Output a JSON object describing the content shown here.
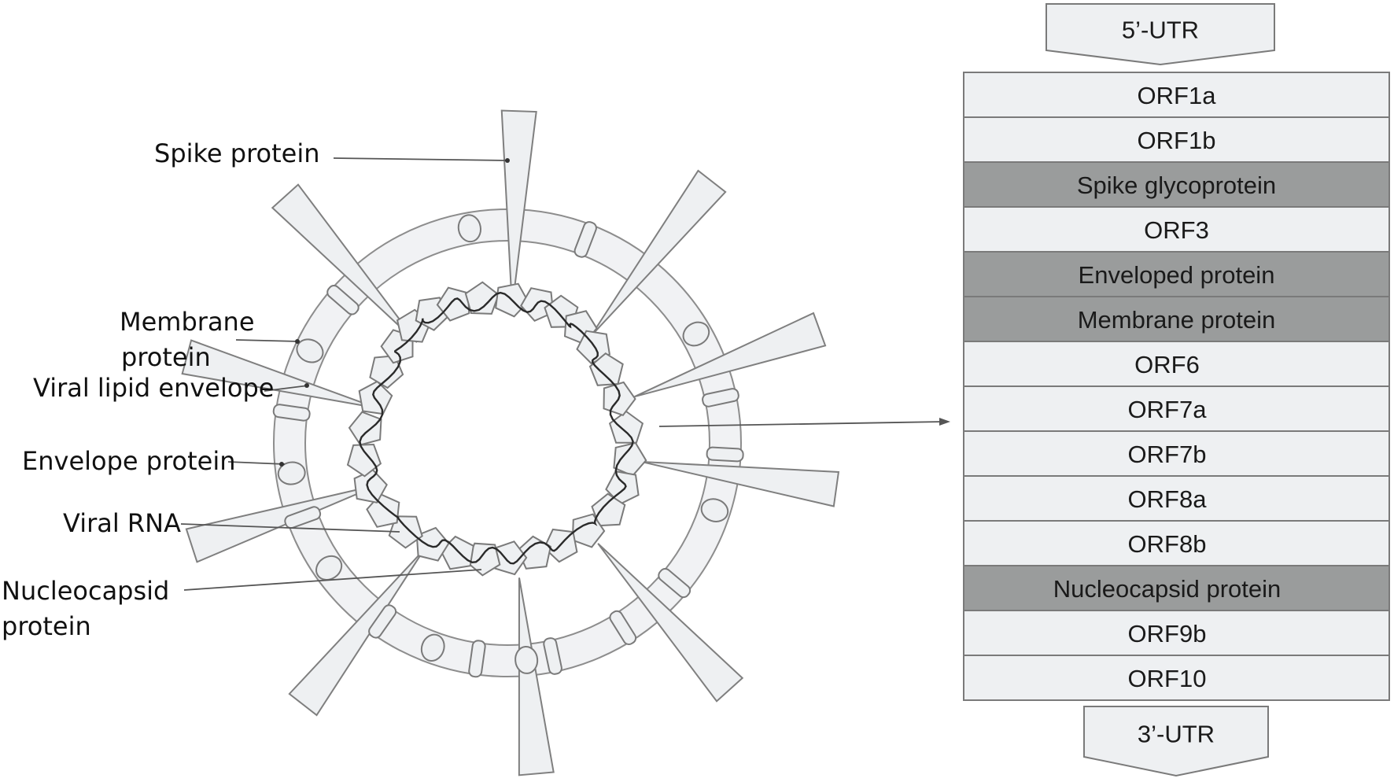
{
  "virion_labels": [
    {
      "key": "spike",
      "lines": [
        "Spike protein"
      ]
    },
    {
      "key": "membrane",
      "lines": [
        "Membrane",
        "protein"
      ]
    },
    {
      "key": "envelope",
      "lines": [
        "Viral lipid envelope"
      ]
    },
    {
      "key": "envelope_protein",
      "lines": [
        "Envelope protein"
      ]
    },
    {
      "key": "rna",
      "lines": [
        "Viral RNA"
      ]
    },
    {
      "key": "nucleocapsid",
      "lines": [
        "Nucleocapsid",
        "protein"
      ]
    }
  ],
  "genome": {
    "utr5": "5’-UTR",
    "utr3": "3’-UTR",
    "segments": [
      {
        "label": "ORF1a",
        "structural": false
      },
      {
        "label": "ORF1b",
        "structural": false
      },
      {
        "label": "Spike glycoprotein",
        "structural": true
      },
      {
        "label": "ORF3",
        "structural": false
      },
      {
        "label": "Enveloped protein",
        "structural": true
      },
      {
        "label": "Membrane protein",
        "structural": true
      },
      {
        "label": "ORF6",
        "structural": false
      },
      {
        "label": "ORF7a",
        "structural": false
      },
      {
        "label": "ORF7b",
        "structural": false
      },
      {
        "label": "ORF8a",
        "structural": false
      },
      {
        "label": "ORF8b",
        "structural": false
      },
      {
        "label": "Nucleocapsid protein",
        "structural": true
      },
      {
        "label": "ORF9b",
        "structural": false
      },
      {
        "label": "ORF10",
        "structural": false
      }
    ]
  },
  "colors": {
    "structural": "#9a9c9c",
    "nonstructural": "#eef0f2",
    "outline": "#7a7a7a"
  }
}
